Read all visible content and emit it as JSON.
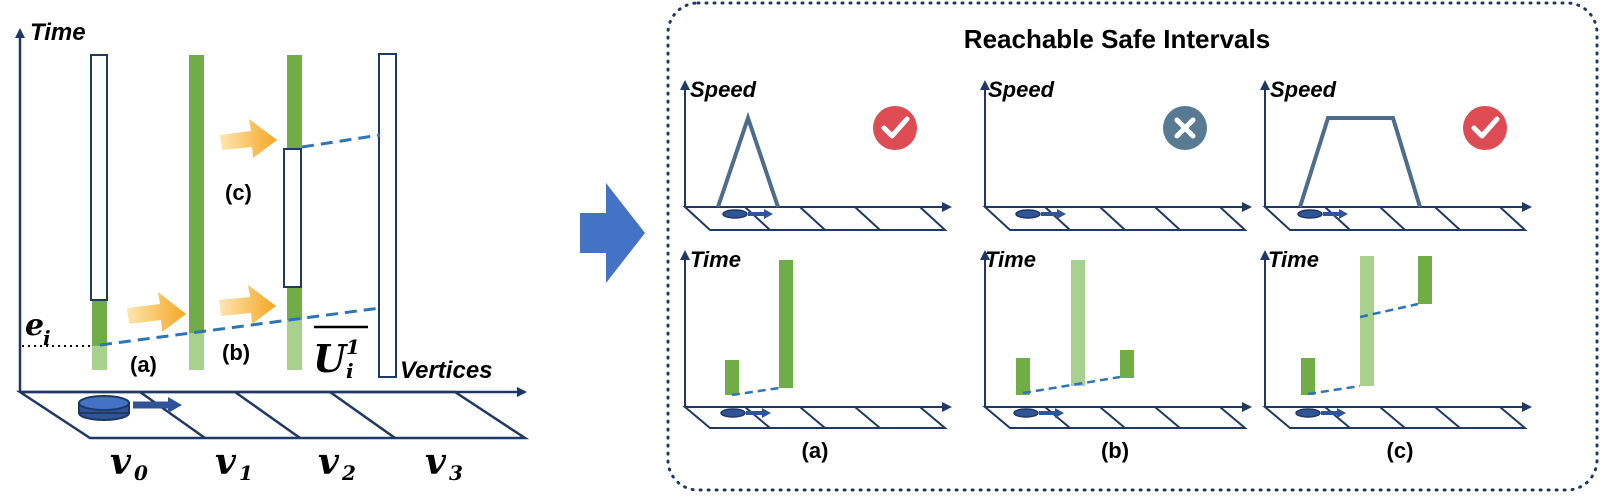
{
  "left": {
    "axis_time": "Time",
    "axis_vertices": "Vertices",
    "edge_label_main": "e",
    "edge_label_sub": "i",
    "u_label_main": "U",
    "u_label_sup": "1",
    "u_label_sub": "i",
    "case_a": "(a)",
    "case_b": "(b)",
    "case_c": "(c)",
    "vertices": [
      {
        "main": "v",
        "sub": "0"
      },
      {
        "main": "v",
        "sub": "1"
      },
      {
        "main": "v",
        "sub": "2"
      },
      {
        "main": "v",
        "sub": "3"
      }
    ]
  },
  "right": {
    "title": "Reachable Safe Intervals",
    "speed_label": "Speed",
    "time_label": "Time",
    "panels": [
      {
        "caption": "(a)",
        "status": "valid"
      },
      {
        "caption": "(b)",
        "status": "invalid"
      },
      {
        "caption": "(c)",
        "status": "valid"
      }
    ]
  },
  "colors": {
    "green": "#70ad47",
    "light_green": "#a9d18e",
    "navy": "#1f3864",
    "blue_dash": "#2e75b6",
    "arrow_blue": "#4472c4",
    "speed_line": "#4e6d8c",
    "check_red": "#dd4b53",
    "cross_slate": "#587a92",
    "orange": "#f4b942"
  }
}
